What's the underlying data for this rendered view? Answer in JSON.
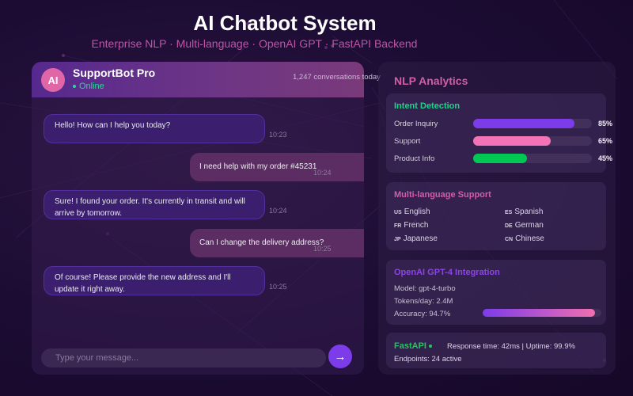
{
  "header": {
    "title": "AI Chatbot System",
    "subtitle": "Enterprise NLP · Multi-language · OpenAI GPT · FastAPI Backend"
  },
  "chat": {
    "avatar_initials": "AI",
    "bot_name": "SupportBot Pro",
    "status": "Online",
    "conversation_count": "1,247 conversations today",
    "messages": [
      {
        "sender": "bot",
        "text": "Hello! How can I help you today?",
        "time": "10:23"
      },
      {
        "sender": "user",
        "text": "I need help with my order #45231",
        "time": "10:24"
      },
      {
        "sender": "bot",
        "text": "Sure! I found your order. It's currently in transit and will arrive by tomorrow.",
        "time": "10:24"
      },
      {
        "sender": "user",
        "text": "Can I change the delivery address?",
        "time": "10:25"
      },
      {
        "sender": "bot",
        "text": "Of course! Please provide the new address and I'll update it right away.",
        "time": "10:25"
      }
    ],
    "input_placeholder": "Type your message...",
    "send_icon": "→"
  },
  "analytics": {
    "title": "NLP Analytics",
    "intent": {
      "title": "Intent Detection",
      "items": [
        {
          "label": "Order Inquiry",
          "value": 85,
          "display": "85%",
          "color": "#7c3cea"
        },
        {
          "label": "Support",
          "value": 65,
          "display": "65%",
          "color": "#f472b6"
        },
        {
          "label": "Product Info",
          "value": 45,
          "display": "45%",
          "color": "#00c853"
        }
      ]
    },
    "languages": {
      "title": "Multi-language Support",
      "items": [
        {
          "code": "US",
          "name": "English"
        },
        {
          "code": "ES",
          "name": "Spanish"
        },
        {
          "code": "FR",
          "name": "French"
        },
        {
          "code": "DE",
          "name": "German"
        },
        {
          "code": "JP",
          "name": "Japanese"
        },
        {
          "code": "CN",
          "name": "Chinese"
        }
      ]
    },
    "openai": {
      "title": "OpenAI GPT-4 Integration",
      "model": "Model: gpt-4-turbo",
      "tokens": "Tokens/day: 2.4M",
      "accuracy": "Accuracy: 94.7%",
      "accuracy_value": 94.7
    },
    "fastapi": {
      "label": "FastAPI",
      "stats": "Response time: 42ms  |  Uptime: 99.9%",
      "endpoints": "Endpoints: 24 active"
    }
  },
  "colors": {
    "accent_purple": "#7c3cea",
    "accent_pink": "#d05fa8",
    "online_green": "#2ed59a",
    "fastapi_green": "#22c55e"
  }
}
